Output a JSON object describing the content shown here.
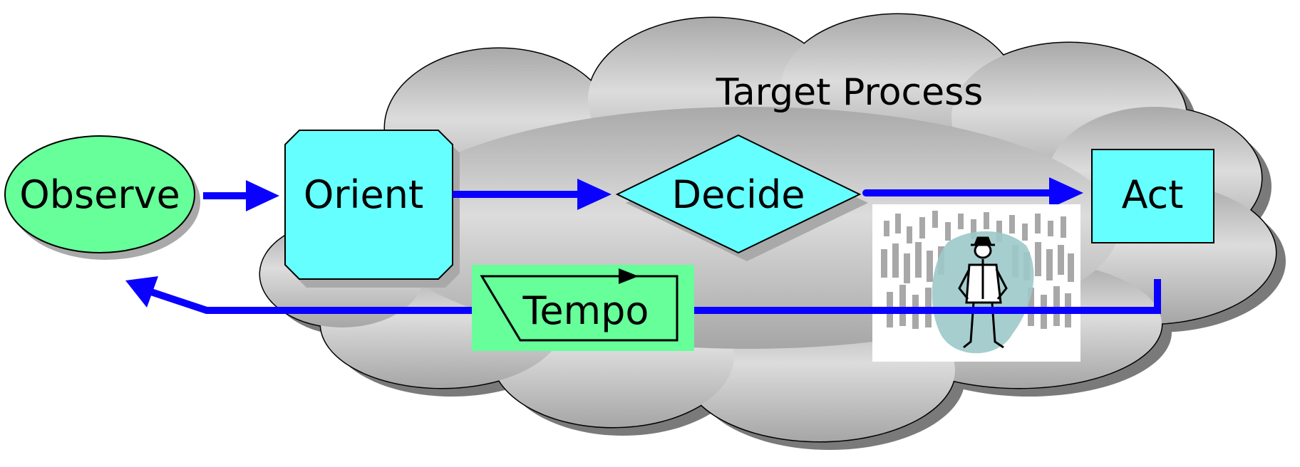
{
  "diagram": {
    "cloud_label": "Target Process",
    "nodes": {
      "observe": "Observe",
      "orient": "Orient",
      "decide": "Decide",
      "act": "Act",
      "tempo": "Tempo"
    }
  },
  "colors": {
    "background": "#ffffff",
    "cloud_fill": "#cfcfcf",
    "cloud_shadow": "#7a7a7a",
    "observe_fill": "#66ff99",
    "step_fill": "#66ffff",
    "tempo_fill": "#66ff99",
    "arrow": "#0a00ff",
    "outline": "#000000"
  },
  "illustration": {
    "icon": "crowd-with-person-icon"
  }
}
